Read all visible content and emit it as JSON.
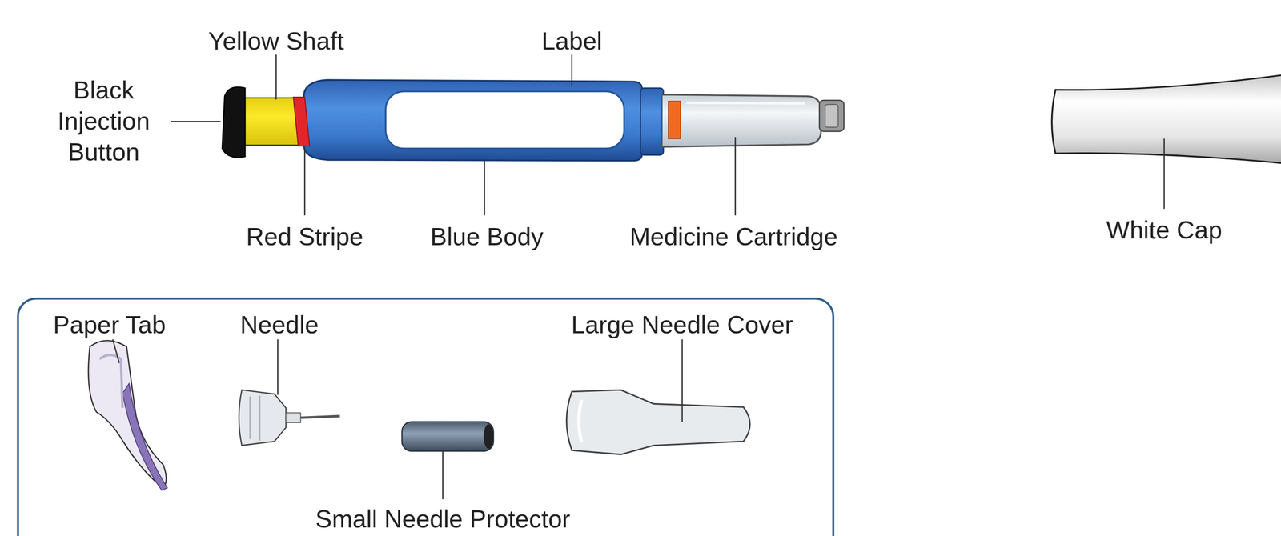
{
  "diagram": {
    "labels": [
      "Black Injection Button",
      "Yellow Shaft",
      "Label",
      "Red Stripe",
      "Blue Body",
      "Medicine Cartridge",
      "White Cap",
      "Paper Tab",
      "Needle",
      "Small Needle Protector",
      "Large Needle Cover"
    ]
  }
}
